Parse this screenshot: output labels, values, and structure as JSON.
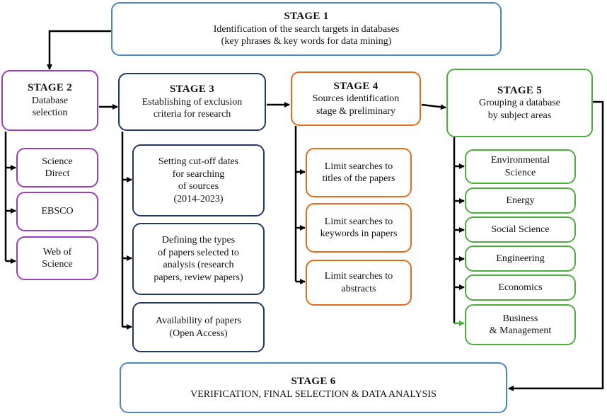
{
  "colors": {
    "stage1": "#4a86c8",
    "stage2": "#9b3fc1",
    "stage3": "#1f3864",
    "stage4": "#e36c1b",
    "stage5": "#4caf3c",
    "stage6": "#4a86c8",
    "arrow": "#000000"
  },
  "stage1": {
    "title": "STAGE 1",
    "lines": [
      "Identification of the search targets in databases",
      "(key phrases & key words for data mining)"
    ]
  },
  "stage2": {
    "title": "STAGE 2",
    "lines": [
      "Database",
      "selection"
    ],
    "items": [
      [
        "Science",
        "Direct"
      ],
      [
        "EBSCO"
      ],
      [
        "Web of",
        "Science"
      ]
    ]
  },
  "stage3": {
    "title": "STAGE 3",
    "lines": [
      "Establishing of exclusion",
      "criteria for research"
    ],
    "items": [
      [
        "Setting cut-off dates",
        "for searching",
        "of sources",
        "(2014-2023)"
      ],
      [
        "Defining the types",
        "of papers selected to",
        "analysis (research",
        "papers, review papers)"
      ],
      [
        "Availability of papers",
        "(Open Access)"
      ]
    ]
  },
  "stage4": {
    "title": "STAGE 4",
    "lines": [
      "Sources identification",
      "stage & preliminary"
    ],
    "items": [
      [
        "Limit searches to",
        "titles of the papers"
      ],
      [
        "Limit searches to",
        "keywords in papers"
      ],
      [
        "Limit searches to",
        "abstracts"
      ]
    ]
  },
  "stage5": {
    "title": "STAGE 5",
    "lines": [
      "Grouping a database",
      "by subject areas"
    ],
    "items": [
      [
        "Environmental",
        "Science"
      ],
      [
        "Energy"
      ],
      [
        "Social Science"
      ],
      [
        "Engineering"
      ],
      [
        "Economics"
      ],
      [
        "Business",
        "& Management"
      ]
    ]
  },
  "stage6": {
    "title": "STAGE 6",
    "lines": [
      "VERIFICATION, FINAL SELECTION & DATA ANALYSIS"
    ]
  }
}
